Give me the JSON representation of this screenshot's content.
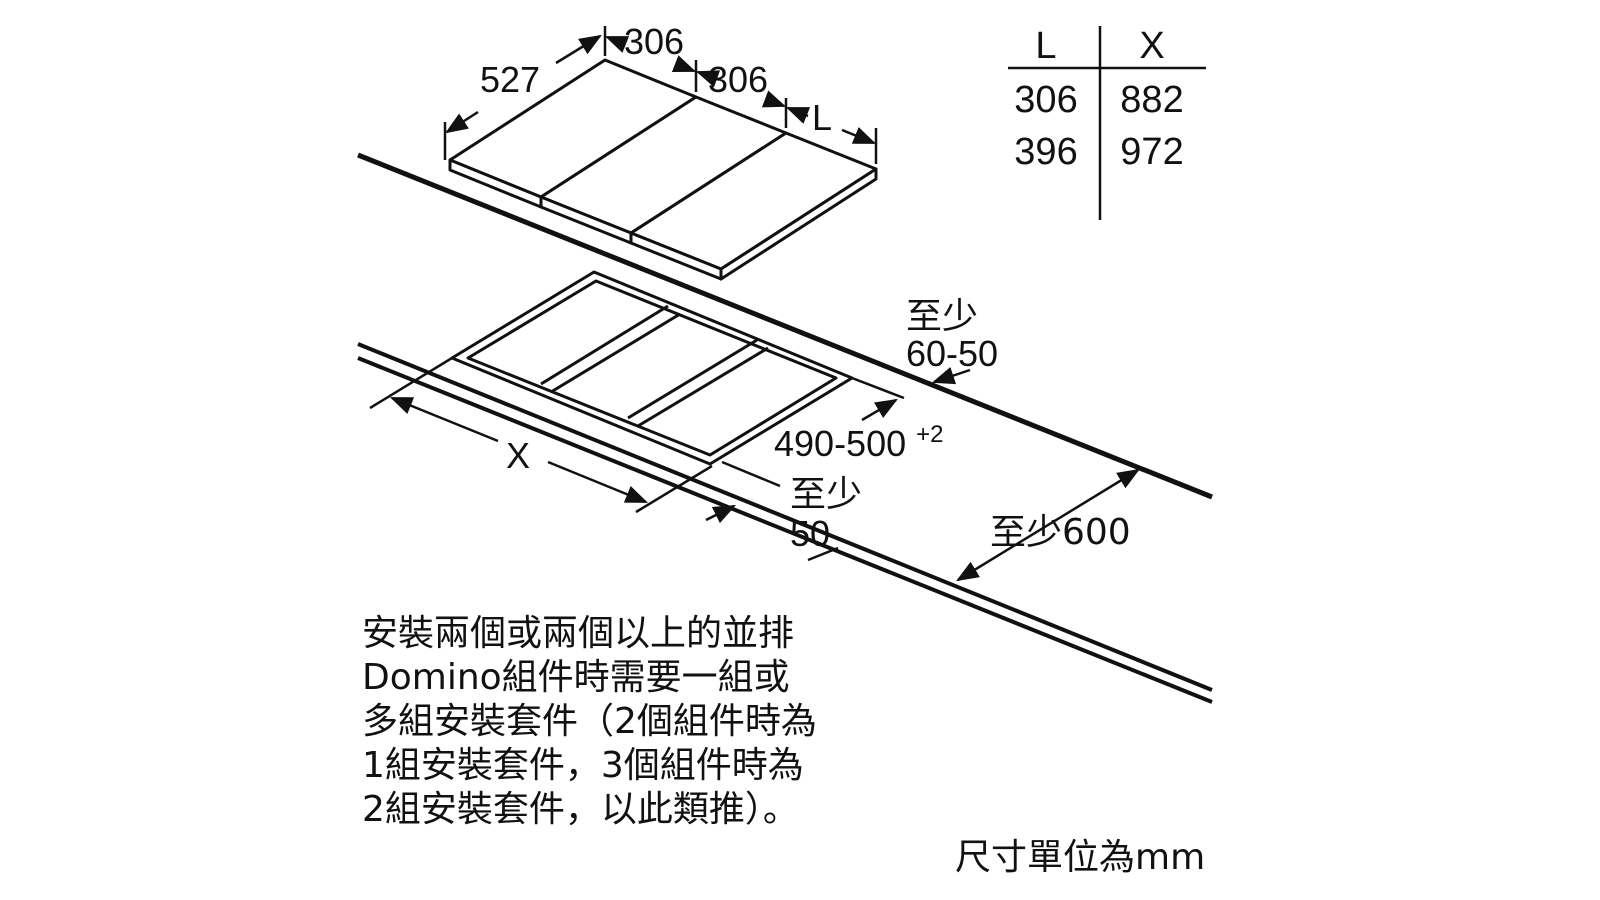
{
  "dimensions": {
    "depth": "527",
    "module_width_1": "306",
    "module_width_2": "306",
    "variable_width": "L",
    "cutout_width": "X",
    "cutout_depth": "490-500",
    "cutout_depth_tolerance": "+2",
    "clearance_back_label": "至少",
    "clearance_back_value": "60-50",
    "clearance_front_label": "至少",
    "clearance_front_value": "50",
    "counter_depth": "至少600"
  },
  "table": {
    "headers": [
      "L",
      "X"
    ],
    "rows": [
      [
        "306",
        "882"
      ],
      [
        "396",
        "972"
      ]
    ]
  },
  "note": {
    "lines": [
      "安裝兩個或兩個以上的並排",
      "Domino組件時需要一組或",
      "多組安裝套件（2個組件時為",
      "1組安裝套件，3個組件時為",
      "2組安裝套件，以此類推）。"
    ]
  },
  "units_note": "尺寸單位為mm"
}
